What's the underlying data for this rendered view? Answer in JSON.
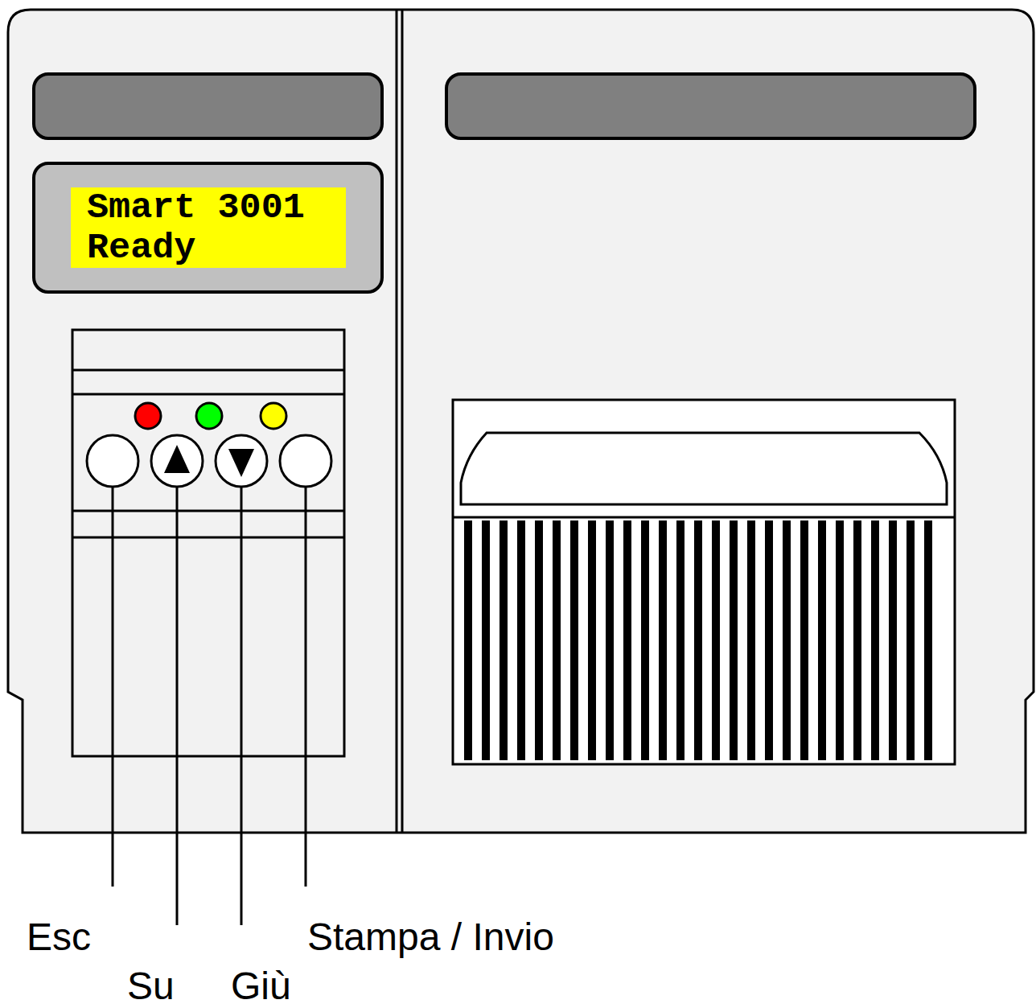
{
  "diagram": {
    "nodes": [
      {
        "text": [
          "Smart 3001",
          "Ready"
        ]
      }
    ],
    "labels": [
      "Esc",
      "Su",
      "Giù",
      "Stampa / Invio"
    ]
  }
}
